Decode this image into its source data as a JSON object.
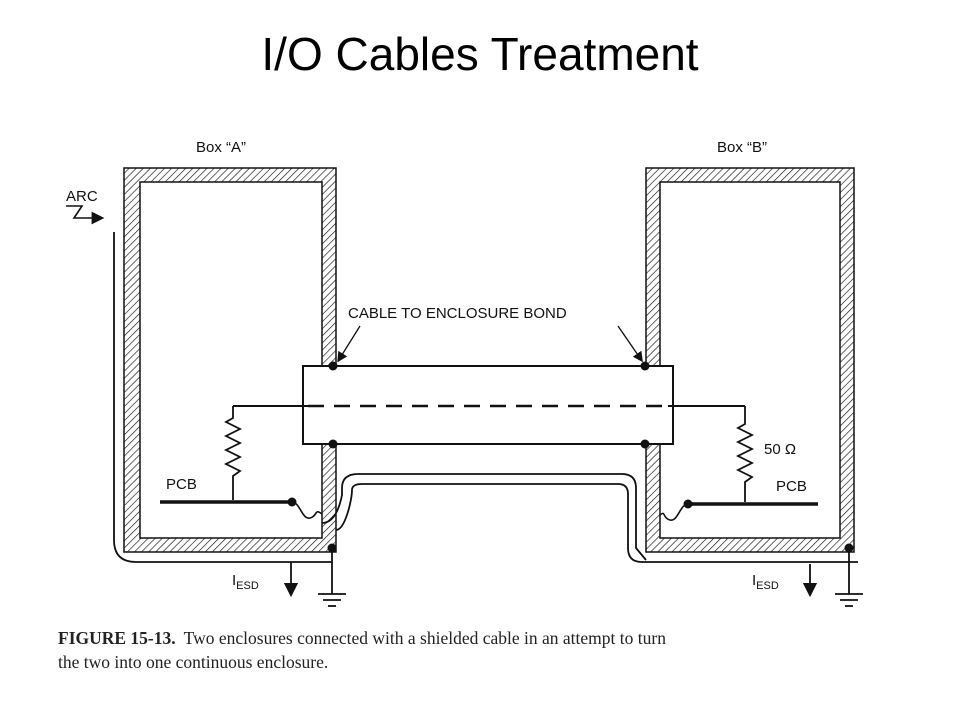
{
  "title": "I/O Cables Treatment",
  "diagram": {
    "box_a_label": "Box “A”",
    "box_b_label": "Box “B”",
    "arc_label": "ARC",
    "bond_label": "CABLE TO ENCLOSURE BOND",
    "pcb_left_label": "PCB",
    "pcb_right_label": "PCB",
    "resistor_label": "50 Ω",
    "iesd_main": "I",
    "iesd_sub": "ESD"
  },
  "caption": {
    "figure_label": "FIGURE 15-13.",
    "line1": "Two enclosures connected with a shielded cable in an attempt to turn",
    "line2": "the two into one continuous enclosure."
  }
}
